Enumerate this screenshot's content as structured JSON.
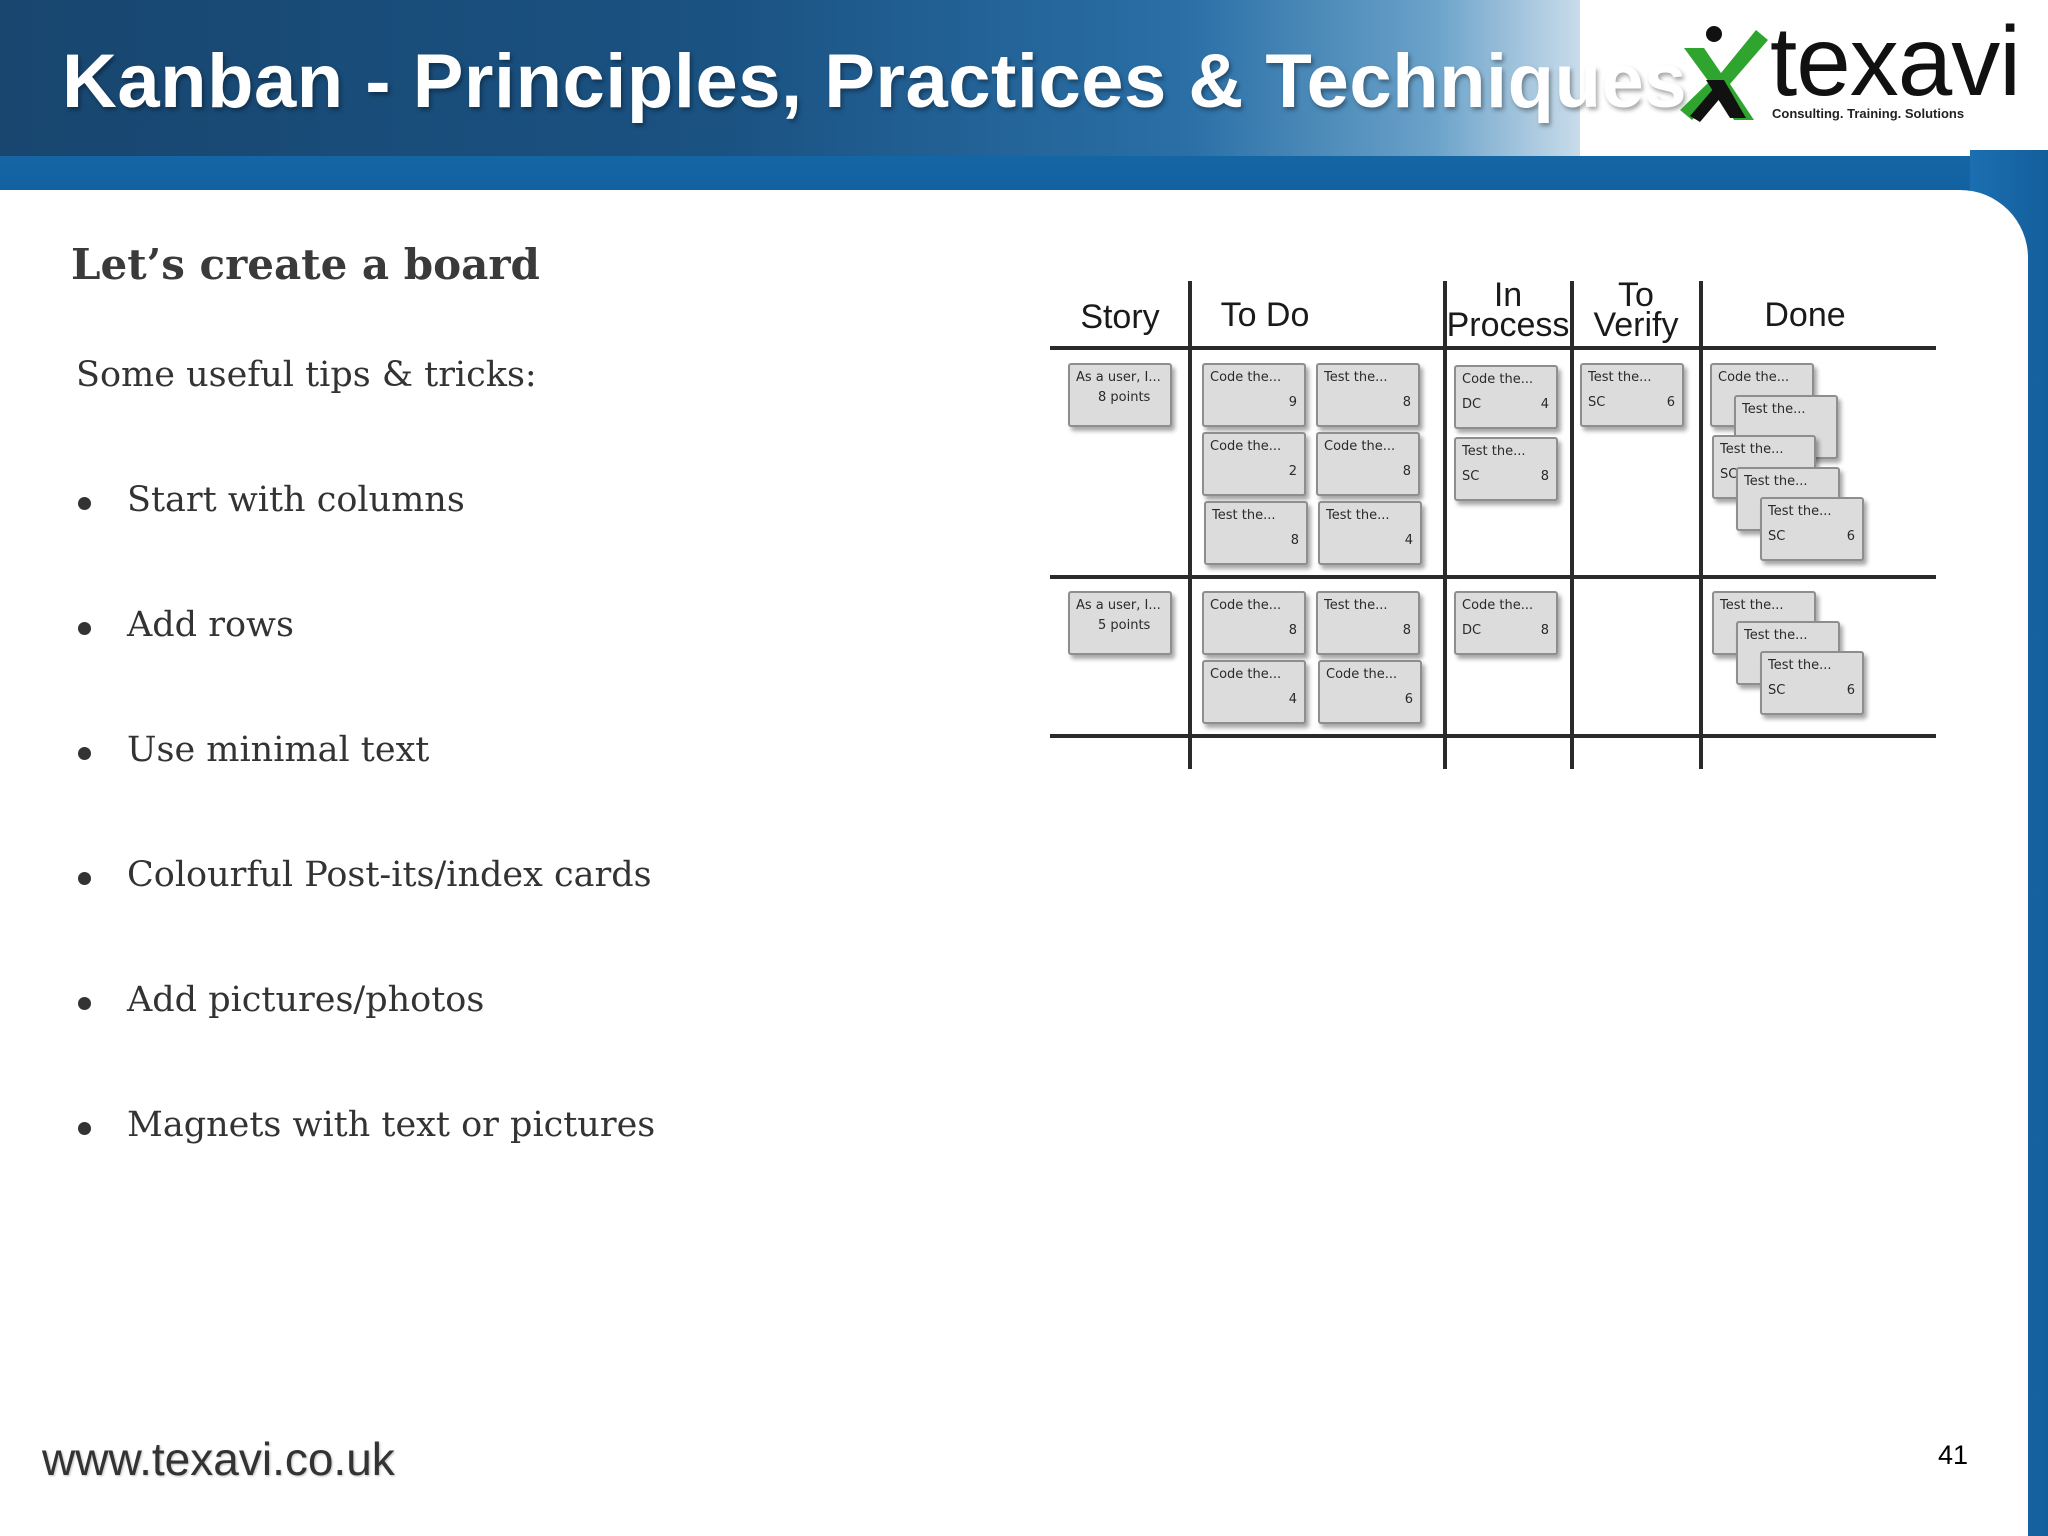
{
  "header": {
    "title": "Kanban - Principles, Practices & Techniques",
    "logo_word": "texavi",
    "logo_tagline": "Consulting. Training. Solutions"
  },
  "content": {
    "heading": "Let’s create a board",
    "intro": "Some useful tips & tricks:",
    "bullets": [
      "Start with columns",
      "Add rows",
      "Use minimal text",
      "Colourful Post-its/index cards",
      "Add pictures/photos",
      "Magnets with text or pictures"
    ]
  },
  "board": {
    "columns": [
      "Story",
      "To Do",
      "In Process",
      "To Verify",
      "Done"
    ],
    "cards": [
      {
        "row": 1,
        "col": "Story",
        "title": "As a user, I...",
        "sub": "8 points",
        "num": ""
      },
      {
        "row": 1,
        "col": "To Do",
        "title": "Code the...",
        "sub": "",
        "num": "9"
      },
      {
        "row": 1,
        "col": "To Do",
        "title": "Test the...",
        "sub": "",
        "num": "8"
      },
      {
        "row": 1,
        "col": "To Do",
        "title": "Code the...",
        "sub": "",
        "num": "2"
      },
      {
        "row": 1,
        "col": "To Do",
        "title": "Code the...",
        "sub": "",
        "num": "8"
      },
      {
        "row": 1,
        "col": "To Do",
        "title": "Test the...",
        "sub": "",
        "num": "8"
      },
      {
        "row": 1,
        "col": "To Do",
        "title": "Test the...",
        "sub": "",
        "num": "4"
      },
      {
        "row": 1,
        "col": "In Process",
        "title": "Code the...",
        "sub": "DC",
        "num": "4"
      },
      {
        "row": 1,
        "col": "In Process",
        "title": "Test the...",
        "sub": "SC",
        "num": "8"
      },
      {
        "row": 1,
        "col": "To Verify",
        "title": "Test the...",
        "sub": "SC",
        "num": "6"
      },
      {
        "row": 1,
        "col": "Done",
        "title": "Code the...",
        "sub": "",
        "num": ""
      },
      {
        "row": 1,
        "col": "Done",
        "title": "Test the...",
        "sub": "",
        "num": ""
      },
      {
        "row": 1,
        "col": "Done",
        "title": "Test the...",
        "sub": "SC",
        "num": ""
      },
      {
        "row": 1,
        "col": "Done",
        "title": "Test the...",
        "sub": "",
        "num": ""
      },
      {
        "row": 1,
        "col": "Done",
        "title": "Test the...",
        "sub": "SC",
        "num": "6"
      },
      {
        "row": 2,
        "col": "Story",
        "title": "As a user, I...",
        "sub": "5 points",
        "num": ""
      },
      {
        "row": 2,
        "col": "To Do",
        "title": "Code the...",
        "sub": "",
        "num": "8"
      },
      {
        "row": 2,
        "col": "To Do",
        "title": "Test the...",
        "sub": "",
        "num": "8"
      },
      {
        "row": 2,
        "col": "To Do",
        "title": "Code the...",
        "sub": "",
        "num": "4"
      },
      {
        "row": 2,
        "col": "To Do",
        "title": "Code the...",
        "sub": "",
        "num": "6"
      },
      {
        "row": 2,
        "col": "In Process",
        "title": "Code the...",
        "sub": "DC",
        "num": "8"
      },
      {
        "row": 2,
        "col": "Done",
        "title": "Test the...",
        "sub": "",
        "num": ""
      },
      {
        "row": 2,
        "col": "Done",
        "title": "Test the...",
        "sub": "",
        "num": ""
      },
      {
        "row": 2,
        "col": "Done",
        "title": "Test the...",
        "sub": "SC",
        "num": "6"
      }
    ]
  },
  "footer": {
    "url": "www.texavi.co.uk",
    "page_number": "41"
  },
  "colors": {
    "brand_blue": "#1a66a6",
    "header_dark": "#18466f",
    "logo_green": "#2fa52f"
  }
}
